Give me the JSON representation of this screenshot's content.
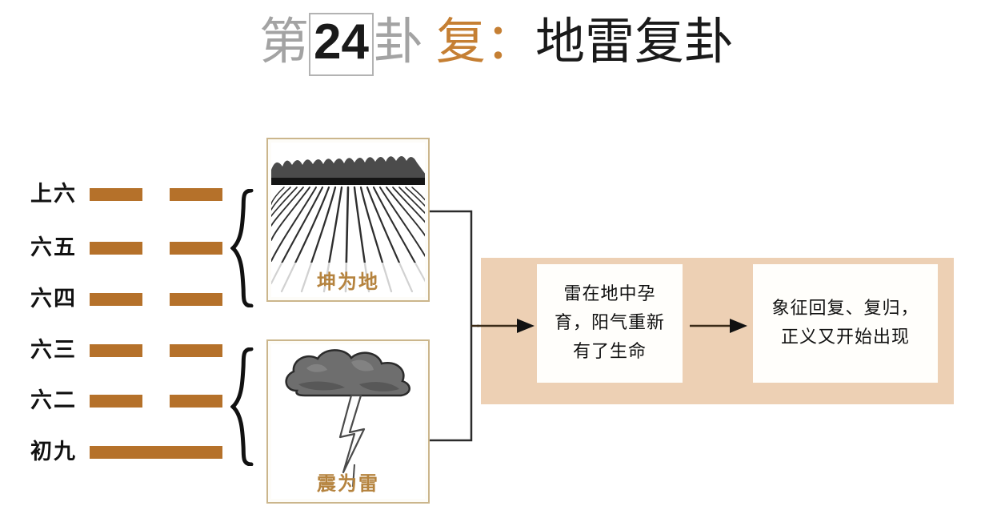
{
  "title": {
    "prefix": "第",
    "number": "24",
    "suffix": "卦",
    "name": "复：",
    "full_name": "地雷复卦"
  },
  "hexagram": {
    "name": "地雷复卦",
    "lines": [
      {
        "label": "上六",
        "type": "yin"
      },
      {
        "label": "六五",
        "type": "yin"
      },
      {
        "label": "六四",
        "type": "yin"
      },
      {
        "label": "六三",
        "type": "yin"
      },
      {
        "label": "六二",
        "type": "yin"
      },
      {
        "label": "初九",
        "type": "yang"
      }
    ],
    "bar_color": "#b5712a"
  },
  "trigrams": [
    {
      "caption": "坤为地",
      "image": "plowed-field-image"
    },
    {
      "caption": "震为雷",
      "image": "thundercloud-lightning-image"
    }
  ],
  "flow": {
    "step1": "雷在地中孕育，阳气重新有了生命",
    "step2": "象征回复、复归，正义又开始出现"
  },
  "colors": {
    "accent_orange": "#c57f33",
    "panel_beige": "#edd0b4",
    "bar_brown": "#b5712a",
    "title_gray": "#a3a3a3",
    "caption_brown": "#b5833e"
  }
}
